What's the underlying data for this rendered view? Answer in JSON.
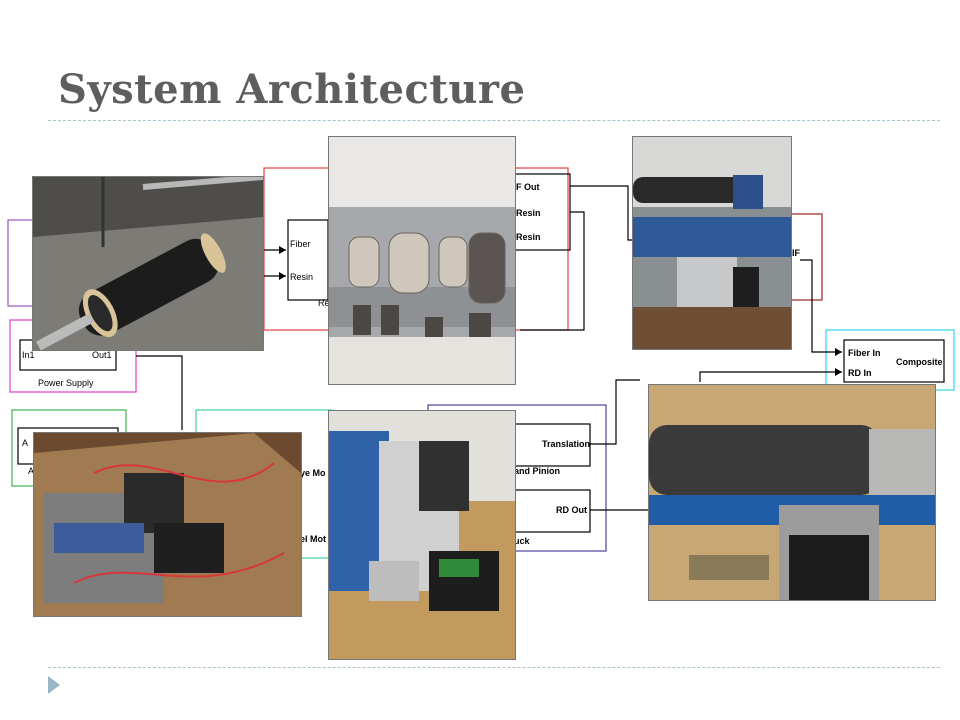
{
  "slide": {
    "title": "System Architecture"
  },
  "diagram": {
    "labels": {
      "fiber_in_left": "Fiber",
      "resin_in_left": "Resin",
      "resin_block_name": "Re",
      "f_out": "F Out",
      "resin_out_1": "Resin",
      "resin_out_2": "Resin",
      "in1": "In1",
      "out1": "Out1",
      "power_supply": "Power Supply",
      "a_in": "A",
      "a_caption": "A",
      "motor_1": "ye Mo",
      "motor_2": "el Mot",
      "translation": "Translation",
      "rack_pinion": "and Pinion",
      "rd_out": "RD Out",
      "chuck": "uck",
      "if_label": "IF",
      "fiber_in": "Fiber In",
      "rd_in": "RD In",
      "composite": "Composite"
    },
    "colors": {
      "red": "#e04040",
      "pink": "#e040c0",
      "purple": "#a050c0",
      "green": "#40b050",
      "teal": "#40d0a0",
      "navy": "#5040a0",
      "cyan": "#30d8e8",
      "darkred": "#a02020"
    }
  },
  "photos": [
    {
      "name": "fiber-spool-photo",
      "subject": "carbon fiber spool on rod"
    },
    {
      "name": "resin-rollers-photo",
      "subject": "resin roller mechanism"
    },
    {
      "name": "lathe-carriage-photo",
      "subject": "lathe with stepper carriage"
    },
    {
      "name": "power-electronics-photo",
      "subject": "power supply electronics"
    },
    {
      "name": "stepper-motor-photo",
      "subject": "stepper motor on bracket"
    },
    {
      "name": "wound-composite-photo",
      "subject": "wound composite on mandrel"
    }
  ]
}
